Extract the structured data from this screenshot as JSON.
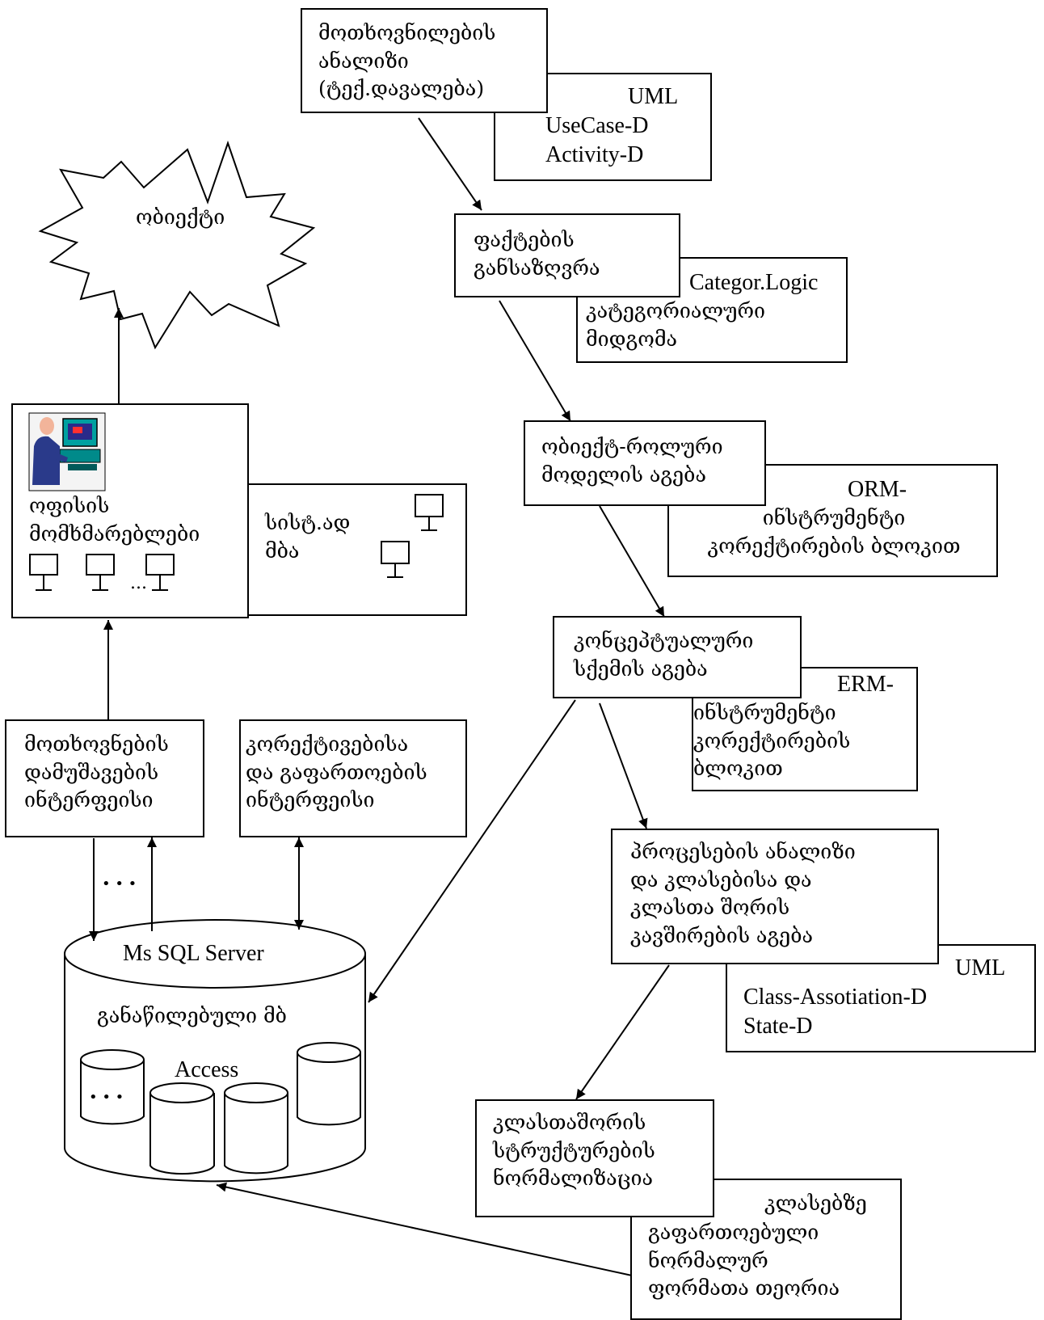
{
  "nodes": {
    "req_analysis": "მოთხოვნილების\nანალიზი\n(ტექ.დავალება)",
    "uml1": {
      "title": "UML",
      "lines": "UseCase-D\nActivity-D"
    },
    "facts": "ფაქტების\nგანსაზღვრა",
    "categor": {
      "title": "Categor.Logic",
      "lines": "კატეგორიალური\nმიდგომა"
    },
    "orm_model": "ობიექტ-როლური\nმოდელის აგება",
    "orm_tool": {
      "title": "ORM-",
      "lines": "ინსტრუმენტი\nკორექტირების ბლოკით"
    },
    "conceptual": "კონცეპტუალური\nსქემის აგება",
    "erm_tool": {
      "title": "ERM-",
      "lines": "ინსტრუმენტი\nკორექტირების\nბლოკით"
    },
    "process": "პროცესების ანალიზი\nდა კლასებისა და\nკლასთა შორის\nკავშირების აგება",
    "uml2": {
      "title": "UML",
      "lines": "Class-Assotiation-D\nState-D"
    },
    "normalization": "კლასთაშორის\nსტრუქტურების\nნორმალიზაცია",
    "normal_forms": {
      "title": "კლასებზე",
      "lines": "გაფართოებული\nნორმალურ\nფორმათა თეორია"
    },
    "object": "ობიექტი",
    "office_users": "ოფისის\nმომხმარებლები",
    "office_ellipsis": "...",
    "sysadmin": "სისტ.ად\nმბა",
    "req_interface": "მოთხოვნების\nდამუშავების\nინტერფეისი",
    "corr_interface": "კორექტივებისა\nდა გაფართოების\nინტერფეისი",
    "arrows_ellipsis": "• • •",
    "db": {
      "title": "Ms SQL Server",
      "subtitle": "განაწილებული მბ",
      "access": "Access",
      "dots": "• • •"
    }
  }
}
